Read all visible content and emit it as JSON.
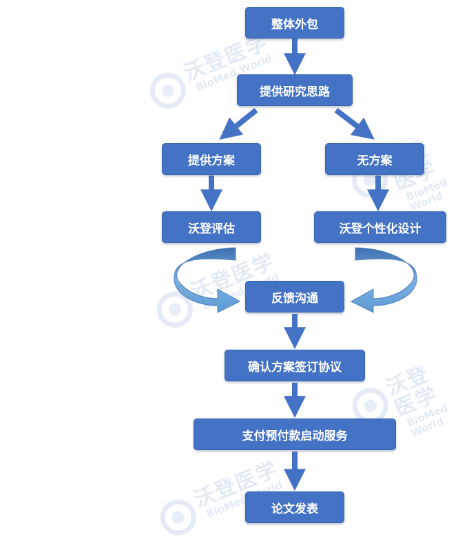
{
  "watermark": {
    "name_cn": "沃登医学",
    "name_en": "BioMed World"
  },
  "flow": {
    "step_overall": "整体外包",
    "step_research": "提供研究思路",
    "step_provide_plan": "提供方案",
    "step_no_plan": "无方案",
    "step_evaluate": "沃登评估",
    "step_custom_design": "沃登个性化设计",
    "step_feedback": "反馈沟通",
    "step_confirm": "确认方案签订协议",
    "step_payment": "支付预付款启动服务",
    "step_publish": "论文发表"
  },
  "colors": {
    "box_fill": "#4472c4",
    "arrow": "#4472c4",
    "curved_arrow": "#5b9bd5",
    "watermark": "#c9d9ee"
  }
}
